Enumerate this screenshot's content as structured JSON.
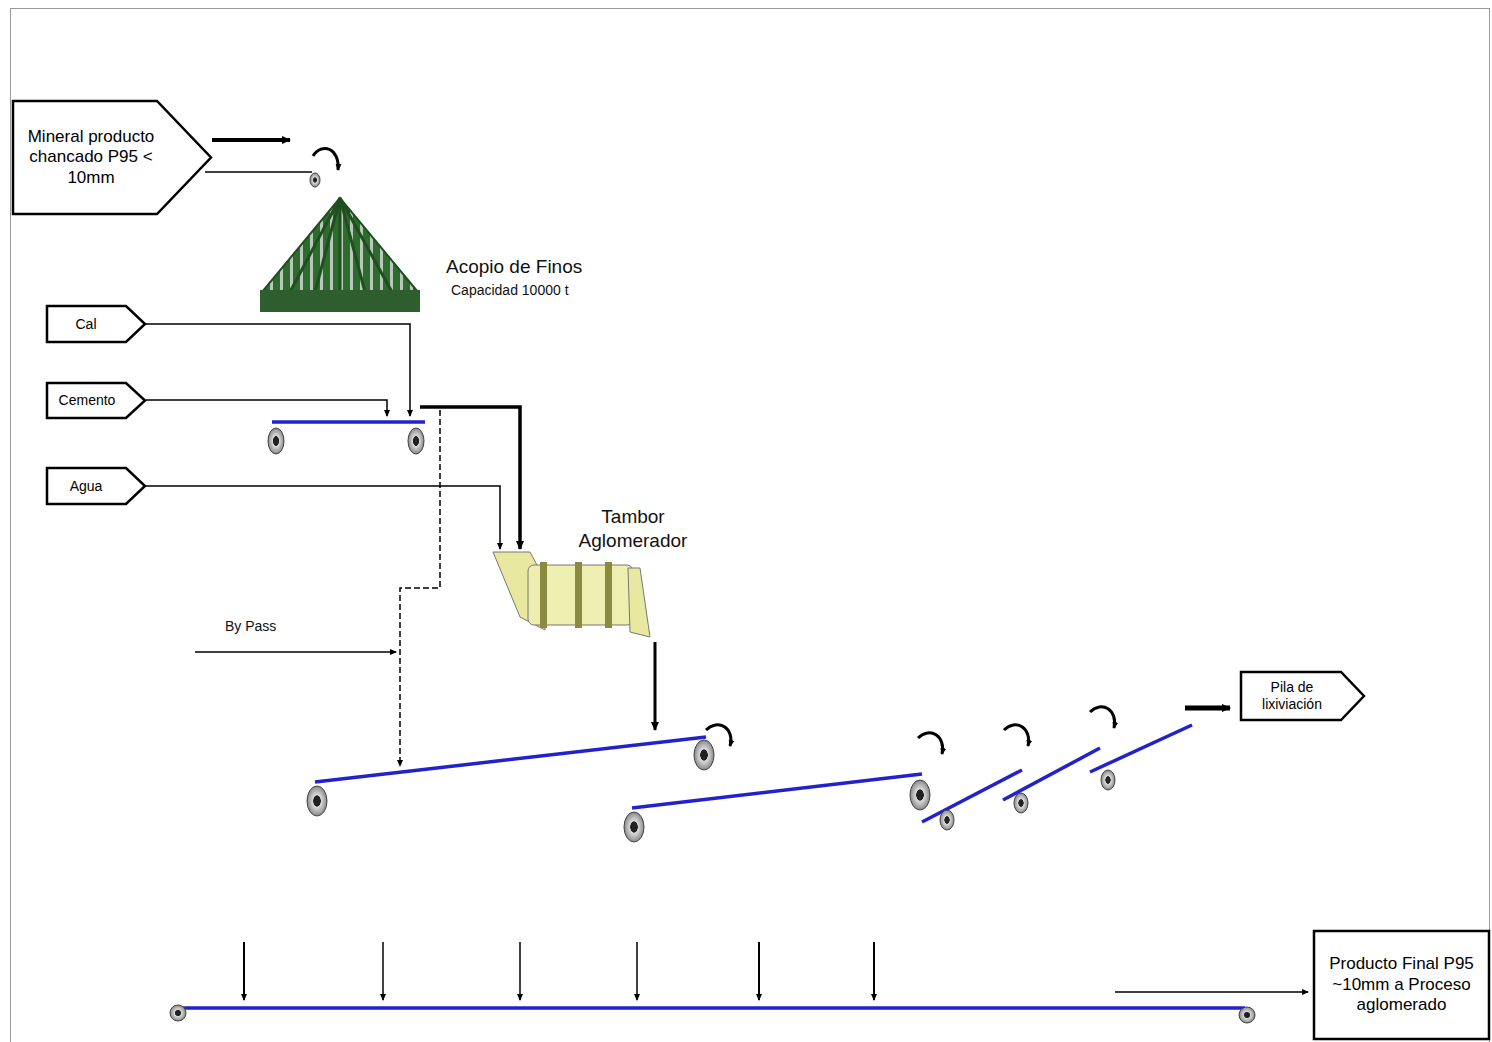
{
  "diagram": {
    "nodes": [
      {
        "text": [
          "Mineral producto chancado P95 < 10mm"
        ]
      },
      {
        "text": [
          "Cal"
        ]
      },
      {
        "text": [
          "Cemento"
        ]
      },
      {
        "text": [
          "Agua"
        ]
      },
      {
        "text": [
          "Pila de lixiviación"
        ]
      },
      {
        "text": [
          "Producto Final P95 ~10mm a Proceso aglomerado"
        ]
      }
    ],
    "labels": [
      "Acopio de Finos",
      "Capacidad 10000 t",
      "Tambor Aglomerador",
      "By Pass"
    ]
  }
}
